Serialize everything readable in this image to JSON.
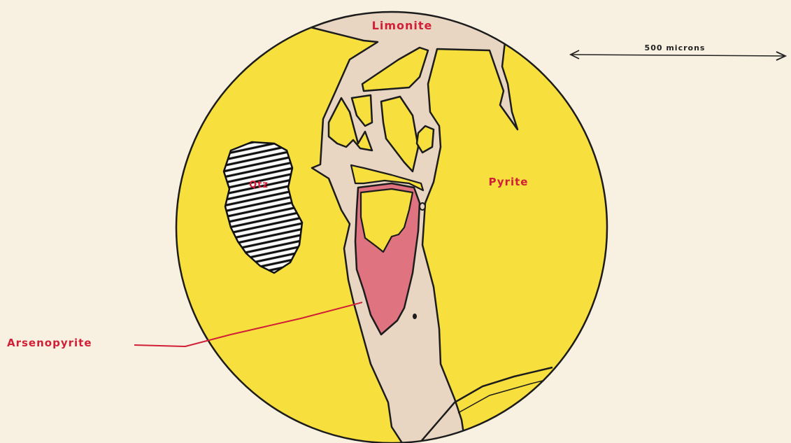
{
  "labels": {
    "limonite": "Limonite",
    "pyrite": "Pyrite",
    "qtz": "Qtz",
    "arsenopyrite": "Arsenopyrite",
    "scale": "500 microns"
  },
  "colors": {
    "paper": "#f8f1e1",
    "pyrite": "#f7df3d",
    "limonite": "#e8d6c3",
    "arsenopyrite": "#df7380",
    "outline": "#1c1c1c",
    "label_red": "#d01f36"
  }
}
